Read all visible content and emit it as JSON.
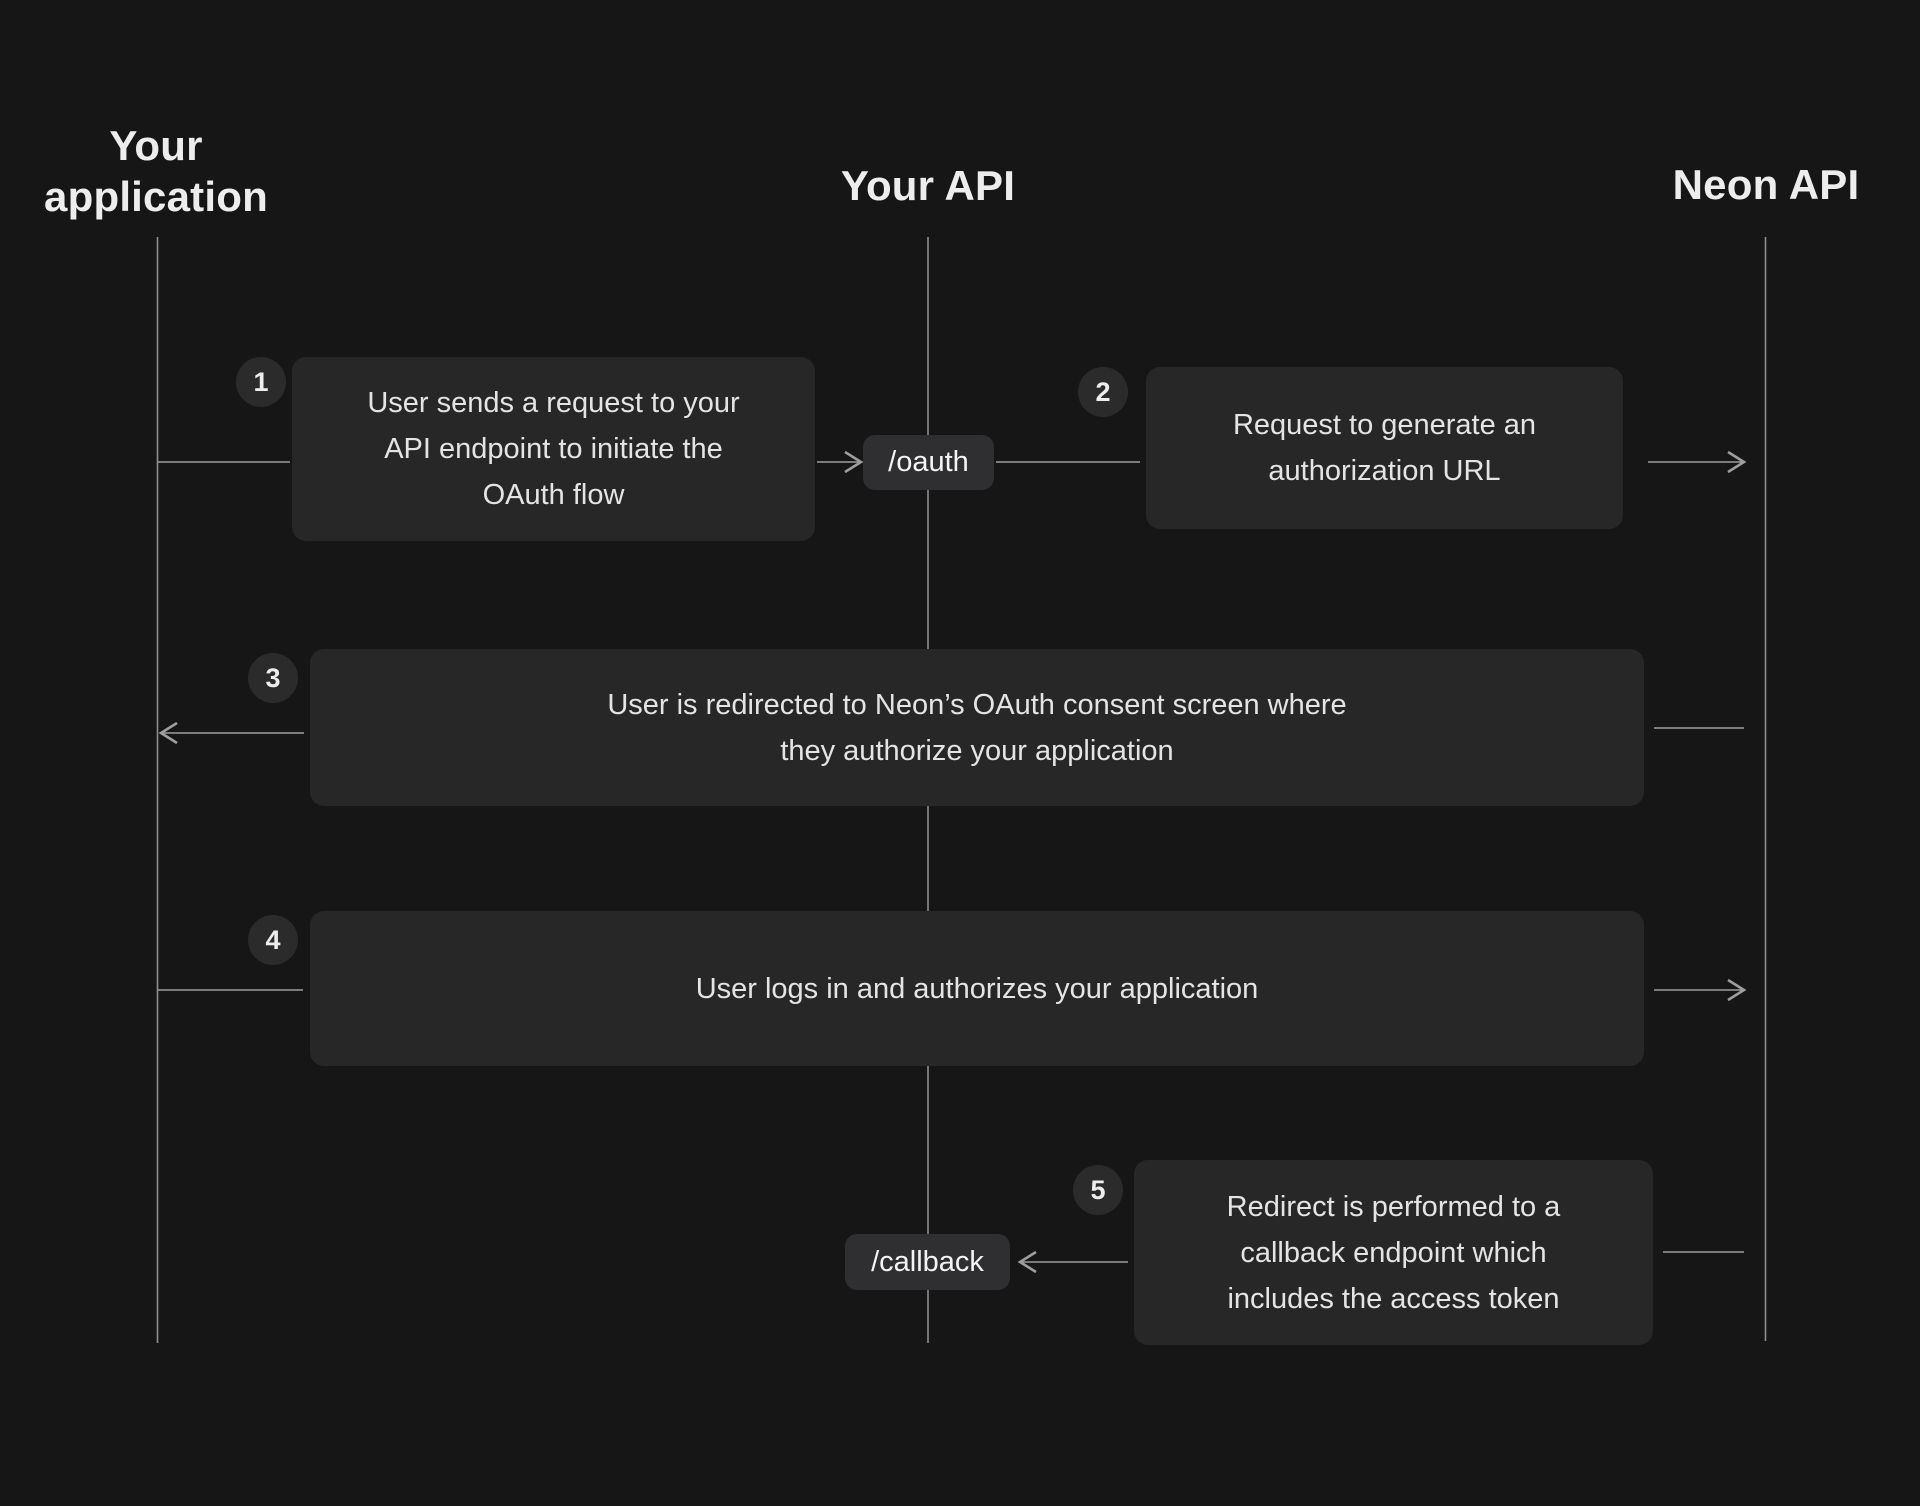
{
  "diagram": {
    "columns": [
      {
        "id": "app",
        "label": "Your application"
      },
      {
        "id": "api",
        "label": "Your API"
      },
      {
        "id": "neon",
        "label": "Neon API"
      }
    ],
    "endpoints": [
      {
        "id": "oauth",
        "label": "/oauth"
      },
      {
        "id": "callback",
        "label": "/callback"
      }
    ],
    "steps": [
      {
        "number": "1",
        "text": "User sends a request to your API endpoint to initiate the OAuth flow",
        "lines": [
          "User sends a request to your",
          "API endpoint to initiate the",
          "OAuth flow"
        ]
      },
      {
        "number": "2",
        "text": "Request to generate an authorization URL",
        "lines": [
          "Request to generate an",
          "authorization URL"
        ]
      },
      {
        "number": "3",
        "text": "User is redirected to Neon’s OAuth consent screen where they authorize your application",
        "lines": [
          "User is redirected to Neon’s OAuth consent screen where",
          "they authorize your application"
        ]
      },
      {
        "number": "4",
        "text": "User logs in and authorizes your application",
        "lines": [
          "User logs in and authorizes your application"
        ]
      },
      {
        "number": "5",
        "text": "Redirect is performed to a callback endpoint which includes the access token",
        "lines": [
          "Redirect is performed to a",
          "callback endpoint which",
          "includes the access token"
        ]
      }
    ],
    "connections": [
      {
        "step": "1",
        "from": "your-application-lifeline",
        "to": "step1-box",
        "arrowhead": false
      },
      {
        "step": "1",
        "from": "step1-box",
        "to": "/oauth",
        "arrowhead": true,
        "direction": "right"
      },
      {
        "step": "2",
        "from": "/oauth",
        "to": "step2-box",
        "arrowhead": false
      },
      {
        "step": "2",
        "from": "step2-box",
        "to": "neon-api-lifeline",
        "arrowhead": true,
        "direction": "right"
      },
      {
        "step": "3",
        "from": "step3-box",
        "to": "your-application-lifeline",
        "arrowhead": true,
        "direction": "left"
      },
      {
        "step": "3",
        "from": "neon-api-lifeline",
        "to": "step3-box",
        "arrowhead": false
      },
      {
        "step": "4",
        "from": "your-application-lifeline",
        "to": "step4-box",
        "arrowhead": false
      },
      {
        "step": "4",
        "from": "step4-box",
        "to": "neon-api-lifeline",
        "arrowhead": true,
        "direction": "right"
      },
      {
        "step": "5",
        "from": "step5-box",
        "to": "/callback",
        "arrowhead": true,
        "direction": "left"
      },
      {
        "step": "5",
        "from": "neon-api-lifeline",
        "to": "step5-box",
        "arrowhead": false
      }
    ],
    "colors": {
      "background": "#161616",
      "message_box": "#272727",
      "step_badge": "#2b2b2b",
      "endpoint_pill": "#2f2f31",
      "header_text": "#ededed",
      "body_text": "#e4e4e4",
      "line": "#9e9e9e"
    }
  }
}
